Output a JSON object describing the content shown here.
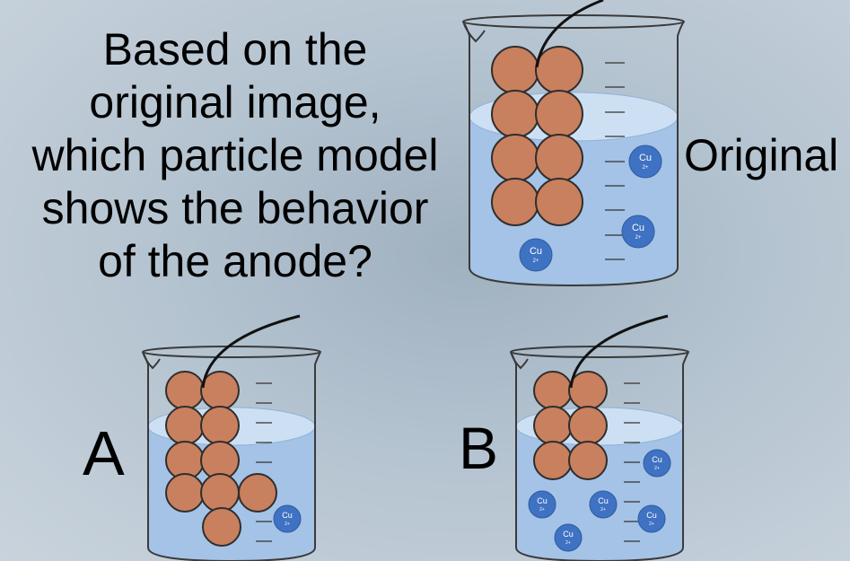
{
  "question": {
    "lines": [
      "Based on the",
      "original image,",
      "which particle model",
      "shows the behavior",
      "of the anode?"
    ]
  },
  "labels": {
    "original": "Original",
    "option_a": "A",
    "option_b": "B"
  },
  "ion": {
    "symbol": "Cu",
    "charge": "2+"
  },
  "colors": {
    "copper_atom": "#c9805e",
    "solution": "#a4c3e6",
    "ion": "#3f72c2"
  }
}
